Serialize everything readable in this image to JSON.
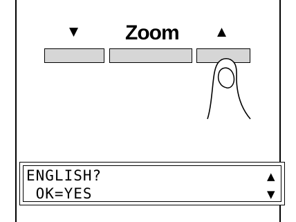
{
  "panel": {
    "down_arrow": "▼",
    "zoom_label": "Zoom",
    "up_arrow": "▲"
  },
  "display": {
    "line1": "ENGLISH?",
    "line2": " OK=YES",
    "scroll_up_icon": "▲",
    "scroll_down_icon": "▼"
  }
}
